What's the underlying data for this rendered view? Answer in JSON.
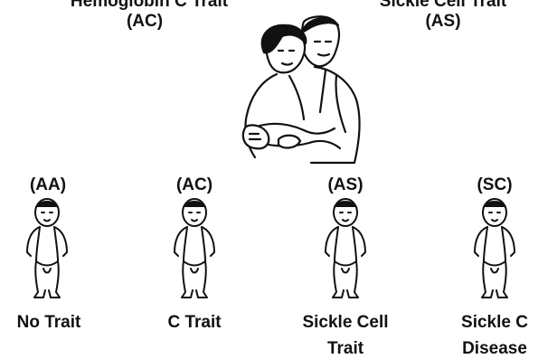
{
  "colors": {
    "ink": "#111111",
    "background": "#ffffff"
  },
  "parents": [
    {
      "name": "Hemoglobin C Trait",
      "genotype": "(AC)"
    },
    {
      "name": "Sickle Cell Trait",
      "genotype": "(AS)"
    }
  ],
  "illustration": {
    "couple_icon": "embracing-couple-icon",
    "child_icon": "baby-icon"
  },
  "children": [
    {
      "genotype": "(AA)",
      "label_line1": "No Trait",
      "label_line2": ""
    },
    {
      "genotype": "(AC)",
      "label_line1": "C Trait",
      "label_line2": ""
    },
    {
      "genotype": "(AS)",
      "label_line1": "Sickle Cell",
      "label_line2": "Trait"
    },
    {
      "genotype": "(SC)",
      "label_line1": "Sickle C",
      "label_line2": "Disease"
    }
  ]
}
